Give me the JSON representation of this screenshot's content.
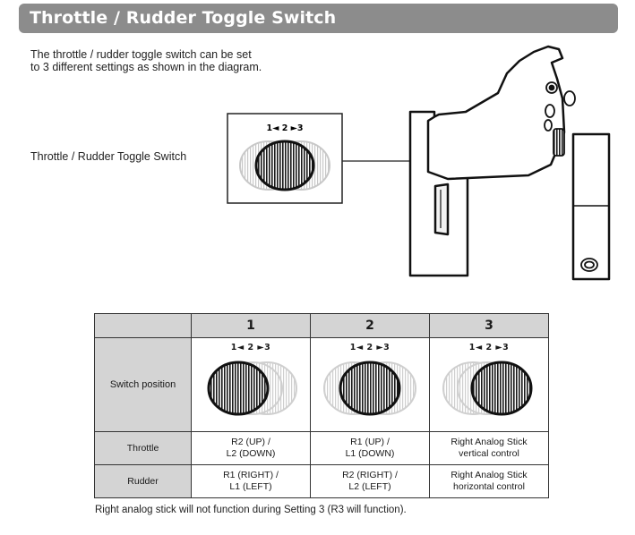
{
  "header": {
    "title": "Throttle / Rudder Toggle Switch"
  },
  "intro": {
    "line1": "The throttle / rudder toggle switch can be set",
    "line2": "to 3 different settings as shown in the diagram."
  },
  "diagram": {
    "switch_label": "Throttle / Rudder Toggle Switch",
    "arrows_label": "1◄ 2 ►3"
  },
  "table": {
    "columns": [
      "1",
      "2",
      "3"
    ],
    "rows": {
      "switch_position": "Switch position",
      "throttle": "Throttle",
      "rudder": "Rudder"
    },
    "arrows_label": "1◄ 2 ►3",
    "throttle_values": [
      [
        "R2 (UP) /",
        "L2 (DOWN)"
      ],
      [
        "R1 (UP) /",
        "L1 (DOWN)"
      ],
      [
        "Right Analog Stick",
        "vertical control"
      ]
    ],
    "rudder_values": [
      [
        "R1 (RIGHT) /",
        "L1 (LEFT)"
      ],
      [
        "R2 (RIGHT) /",
        "L2 (LEFT)"
      ],
      [
        "Right Analog Stick",
        "horizontal control"
      ]
    ]
  },
  "footnote": "Right analog stick will not function during Setting 3 (R3 will function)."
}
